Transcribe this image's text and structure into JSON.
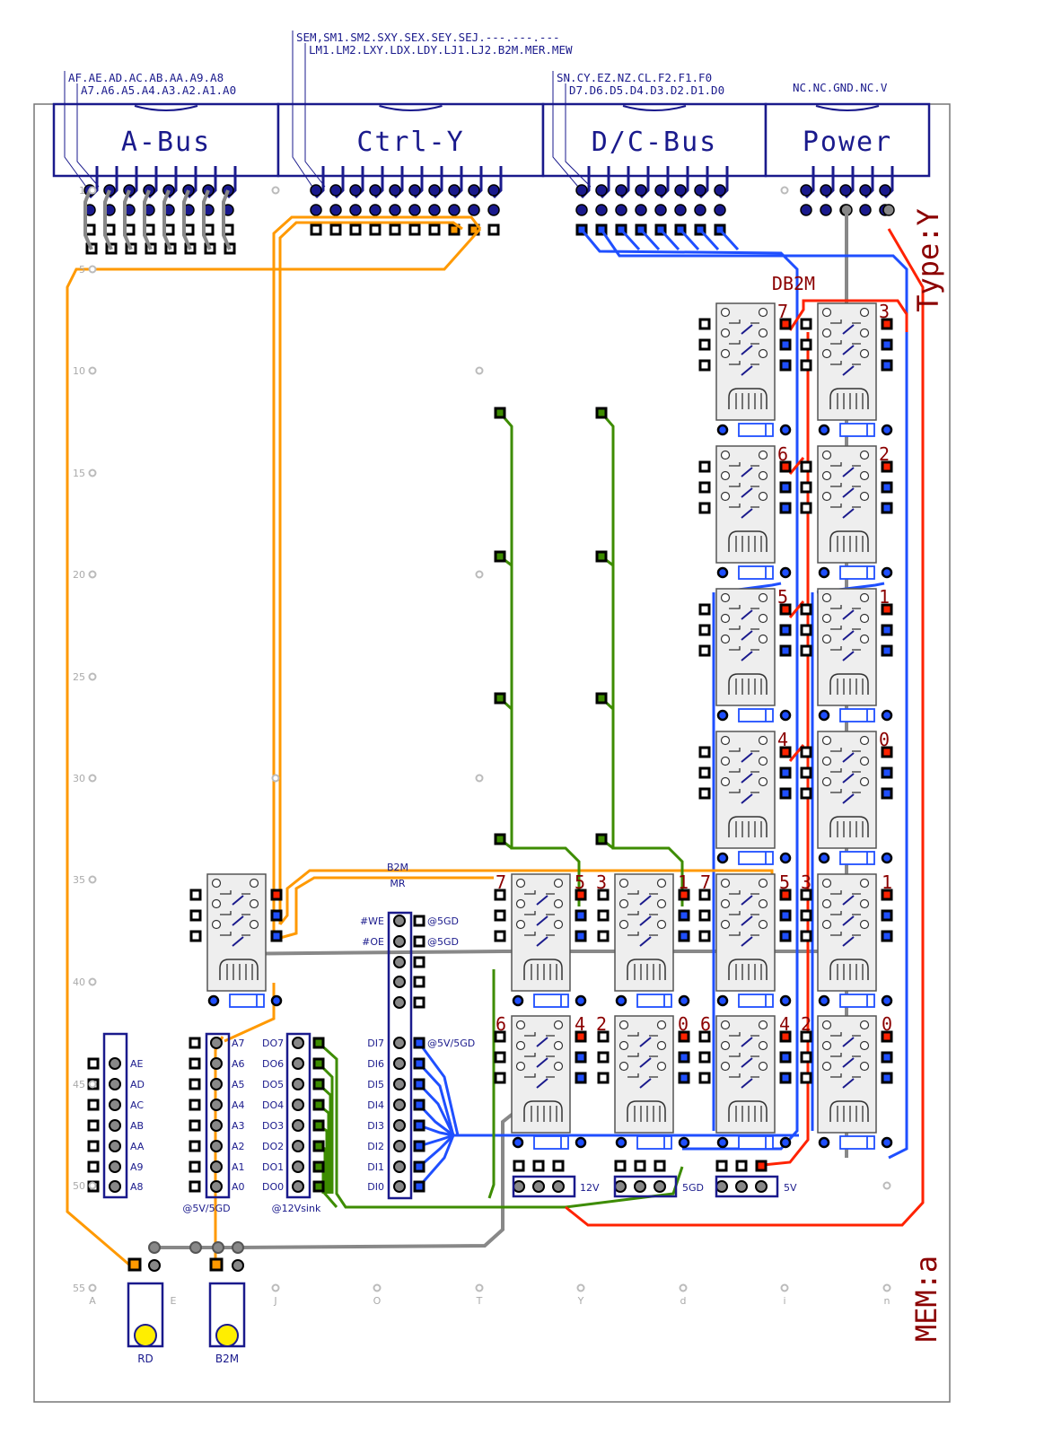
{
  "buses": [
    {
      "label": "A-Bus",
      "top_pins": "AF.AE.AD.AC.AB.AA.A9.A8",
      "bottom_pins": "A7.A6.A5.A4.A3.A2.A1.A0"
    },
    {
      "label": "Ctrl-Y",
      "top_pins": "SEM,SM1.SM2.SXY.SEX.SEY.SEJ.---.---.---",
      "bottom_pins": "LM1.LM2.LXY.LDX.LDY.LJ1.LJ2.B2M.MER.MEW"
    },
    {
      "label": "D/C-Bus",
      "top_pins": "SN.CY.EZ.NZ.CL.F2.F1.F0",
      "bottom_pins": "D7.D6.D5.D4.D3.D2.D1.D0"
    },
    {
      "label": "Power",
      "top_pins": "NC.NC.GND.NC.V",
      "bottom_pins": ""
    }
  ],
  "board": {
    "type_label": "Type:Y",
    "mem_label": "MEM:a",
    "db2m_label": "DB2M",
    "b2m_label": "B2M",
    "mr_label": "MR",
    "row_numbers": [
      "1",
      "5",
      "10",
      "15",
      "20",
      "25",
      "30",
      "35",
      "40",
      "45",
      "50",
      "55"
    ],
    "col_letters": [
      "A",
      "E",
      "J",
      "O",
      "T",
      "Y",
      "d",
      "i",
      "n"
    ]
  },
  "db2m_relay_digits": [
    "7",
    "3",
    "6",
    "2",
    "5",
    "1",
    "4",
    "0"
  ],
  "array_digits": {
    "row1": [
      "7",
      "5",
      "3",
      "1",
      "7",
      "5",
      "3",
      "1"
    ],
    "row2": [
      "6",
      "4",
      "2",
      "0",
      "6",
      "4",
      "2",
      "0"
    ]
  },
  "address_labels_high": [
    "AE",
    "AD",
    "AC",
    "AB",
    "AA",
    "A9",
    "A8"
  ],
  "address_labels_low": [
    "A7",
    "A6",
    "A5",
    "A4",
    "A3",
    "A2",
    "A1",
    "A0"
  ],
  "address_power_note": "@5V/5GD",
  "data_out_labels": [
    "DO7",
    "DO6",
    "DO5",
    "DO4",
    "DO3",
    "DO2",
    "DO1",
    "DO0"
  ],
  "data_out_note": "@12Vsink",
  "memory_chip": {
    "control_pins": [
      "#WE",
      "#OE"
    ],
    "control_notes": [
      "@5GD",
      "@5GD"
    ],
    "data_in_labels": [
      "DI7",
      "DI6",
      "DI5",
      "DI4",
      "DI3",
      "DI2",
      "DI1",
      "DI0"
    ],
    "data_in_note": "@5V/5GD"
  },
  "power_headers": [
    "12V",
    "5GD",
    "5V"
  ],
  "buttons": [
    {
      "label": "RD"
    },
    {
      "label": "B2M"
    }
  ],
  "colors": {
    "bus_blue": "#1a1a8c",
    "wire_blue": "#1f4fff",
    "wire_orange": "#ff9900",
    "wire_green": "#3d8c00",
    "wire_red": "#ff2200",
    "wire_gray": "#888888",
    "label_red": "#8b0000",
    "button_yellow": "#ffee00"
  }
}
